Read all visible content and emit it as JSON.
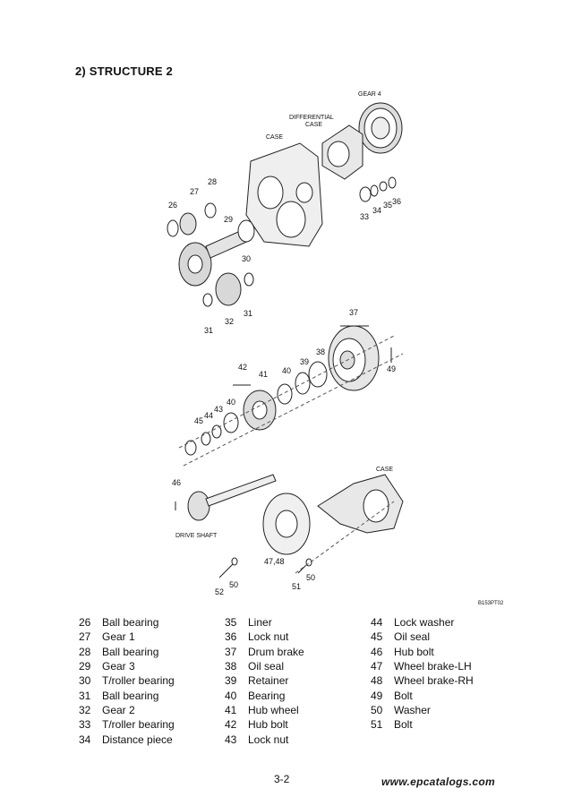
{
  "page": {
    "title": "2) STRUCTURE 2",
    "page_number": "3-2",
    "watermark": "www.epcatalogs.com"
  },
  "diagram": {
    "labels": {
      "gear4": "GEAR 4",
      "differential_case_1": "DIFFERENTIAL",
      "differential_case_2": "CASE",
      "case_top": "CASE",
      "case_bottom": "CASE",
      "drive_shaft": "DRIVE SHAFT",
      "code": "B153PT02"
    },
    "callouts": {
      "n26": "26",
      "n27": "27",
      "n28": "28",
      "n29": "29",
      "n30": "30",
      "n31a": "31",
      "n31b": "31",
      "n32": "32",
      "n33": "33",
      "n34": "34",
      "n35": "35",
      "n36": "36",
      "n37": "37",
      "n38": "38",
      "n39": "39",
      "n40a": "40",
      "n40b": "40",
      "n41": "41",
      "n42": "42",
      "n43": "43",
      "n44": "44",
      "n45": "45",
      "n46": "46",
      "n4748": "47,48",
      "n49": "49",
      "n50a": "50",
      "n50b": "50",
      "n51": "51",
      "n52": "52"
    }
  },
  "parts": {
    "col1": [
      {
        "num": "26",
        "name": "Ball bearing"
      },
      {
        "num": "27",
        "name": "Gear 1"
      },
      {
        "num": "28",
        "name": "Ball bearing"
      },
      {
        "num": "29",
        "name": "Gear 3"
      },
      {
        "num": "30",
        "name": "T/roller bearing"
      },
      {
        "num": "31",
        "name": "Ball bearing"
      },
      {
        "num": "32",
        "name": "Gear 2"
      },
      {
        "num": "33",
        "name": "T/roller bearing"
      },
      {
        "num": "34",
        "name": "Distance piece"
      }
    ],
    "col2": [
      {
        "num": "35",
        "name": "Liner"
      },
      {
        "num": "36",
        "name": "Lock nut"
      },
      {
        "num": "37",
        "name": "Drum brake"
      },
      {
        "num": "38",
        "name": "Oil seal"
      },
      {
        "num": "39",
        "name": "Retainer"
      },
      {
        "num": "40",
        "name": "Bearing"
      },
      {
        "num": "41",
        "name": "Hub wheel"
      },
      {
        "num": "42",
        "name": "Hub bolt"
      },
      {
        "num": "43",
        "name": "Lock nut"
      }
    ],
    "col3": [
      {
        "num": "44",
        "name": "Lock washer"
      },
      {
        "num": "45",
        "name": "Oil seal"
      },
      {
        "num": "46",
        "name": "Hub bolt"
      },
      {
        "num": "47",
        "name": "Wheel brake-LH"
      },
      {
        "num": "48",
        "name": "Wheel brake-RH"
      },
      {
        "num": "49",
        "name": "Bolt"
      },
      {
        "num": "50",
        "name": "Washer"
      },
      {
        "num": "51",
        "name": "Bolt"
      }
    ]
  }
}
